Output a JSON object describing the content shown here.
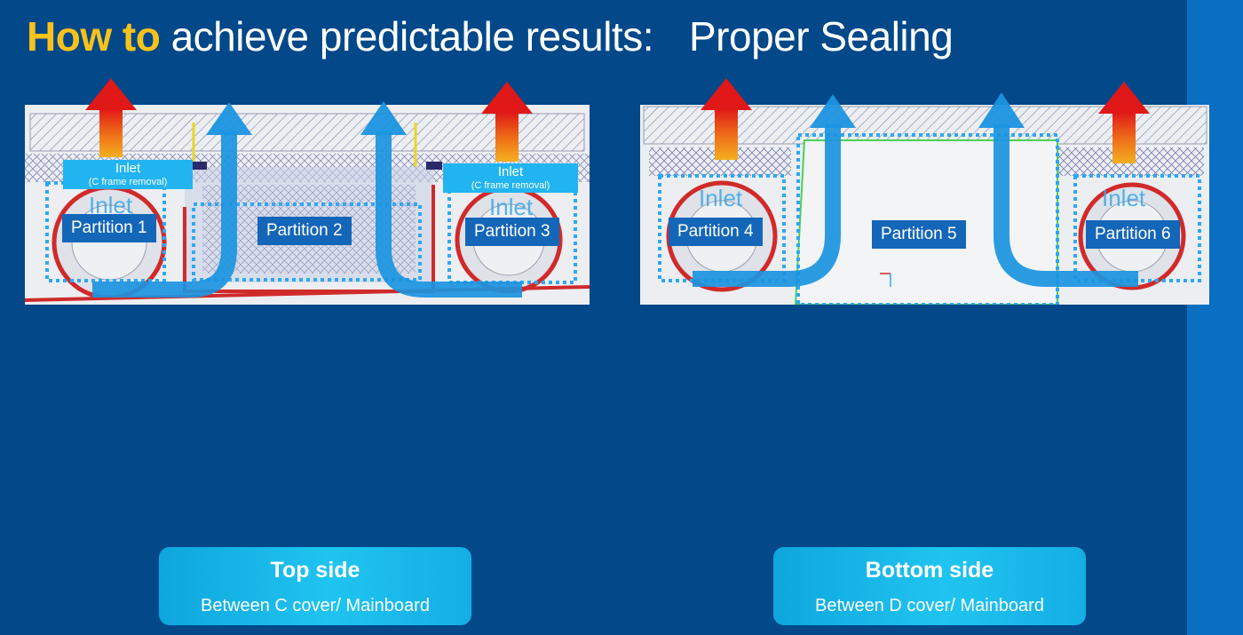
{
  "title": {
    "highlight": "How to",
    "main": "achieve predictable results:",
    "topic": "Proper Sealing"
  },
  "left_panel": {
    "inlet_label": "Inlet",
    "inlet_sub": "(C frame removal)",
    "inlet_faint": "Inlet",
    "partitions": [
      "Partition 1",
      "Partition 2",
      "Partition 3"
    ]
  },
  "right_panel": {
    "inlet_faint": "Inlet",
    "partitions": [
      "Partition 4",
      "Partition 5",
      "Partition 6"
    ]
  },
  "captions": {
    "top": {
      "title": "Top side",
      "subtitle": "Between C cover/ Mainboard"
    },
    "bottom": {
      "title": "Bottom side",
      "subtitle": "Between D cover/ Mainboard"
    }
  },
  "colors": {
    "background": "#034889",
    "title_highlight": "#f9c21a",
    "partition_label": "#1466b8",
    "airflow_arrow": "#1b94e0",
    "exhaust_arrow": "#e43a1a",
    "seal_outline": "#2fa8ee"
  }
}
